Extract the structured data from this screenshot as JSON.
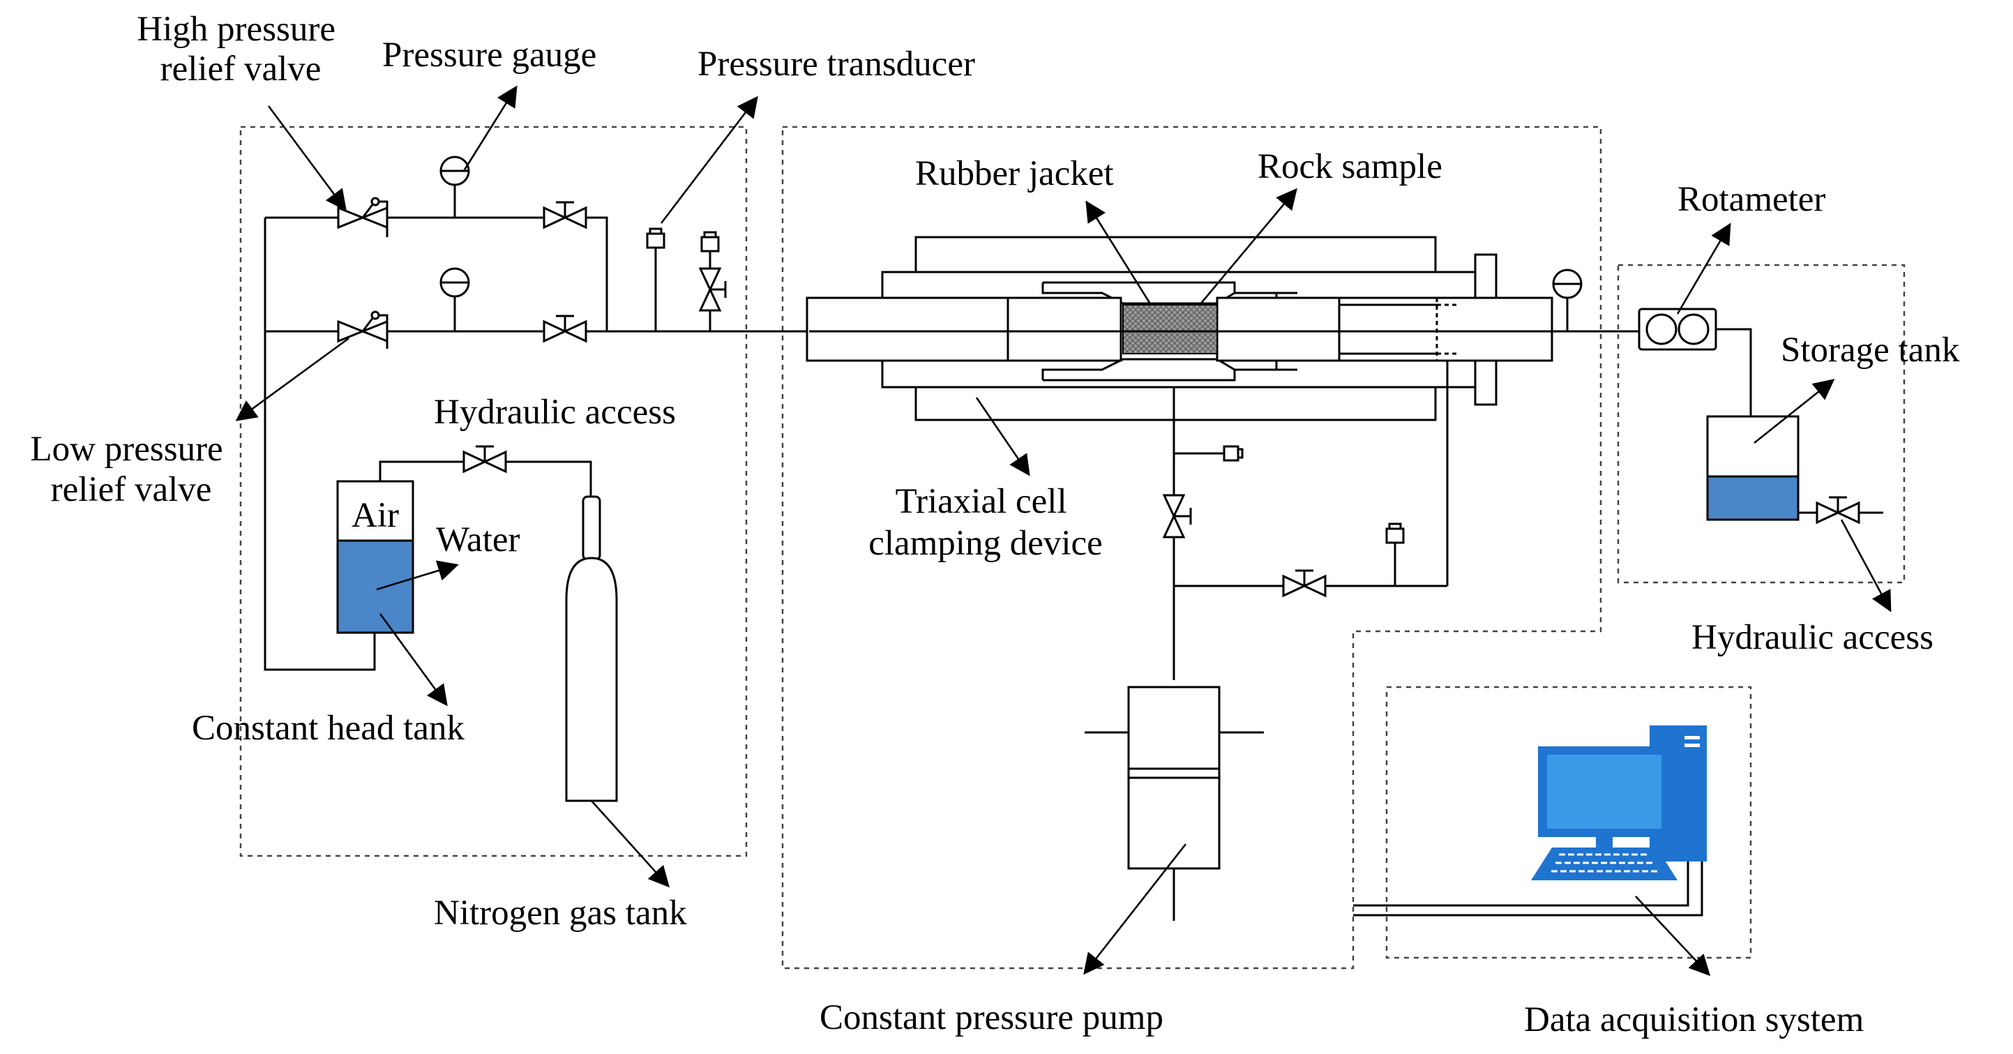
{
  "labels": {
    "high_pressure_relief_valve": [
      "High pressure",
      "relief valve"
    ],
    "pressure_gauge": "Pressure gauge",
    "pressure_transducer": "Pressure transducer",
    "rubber_jacket": "Rubber jacket",
    "rock_sample": "Rock sample",
    "rotameter": "Rotameter",
    "storage_tank": "Storage tank",
    "low_pressure_relief_valve": [
      "Low pressure",
      "relief valve"
    ],
    "hydraulic_access_left": "Hydraulic access",
    "air": "Air",
    "water": "Water",
    "triaxial_cell": [
      "Triaxial cell",
      "clamping device"
    ],
    "hydraulic_access_right": "Hydraulic access",
    "constant_head_tank": "Constant head tank",
    "nitrogen_gas_tank": "Nitrogen gas tank",
    "constant_pressure_pump": "Constant pressure pump",
    "data_acquisition_system": "Data acquisition system"
  },
  "colors": {
    "water": "#4a86c8",
    "sample": "#8a8a8a",
    "computer": "#1f74d0",
    "screen": "#3a9ae8"
  }
}
